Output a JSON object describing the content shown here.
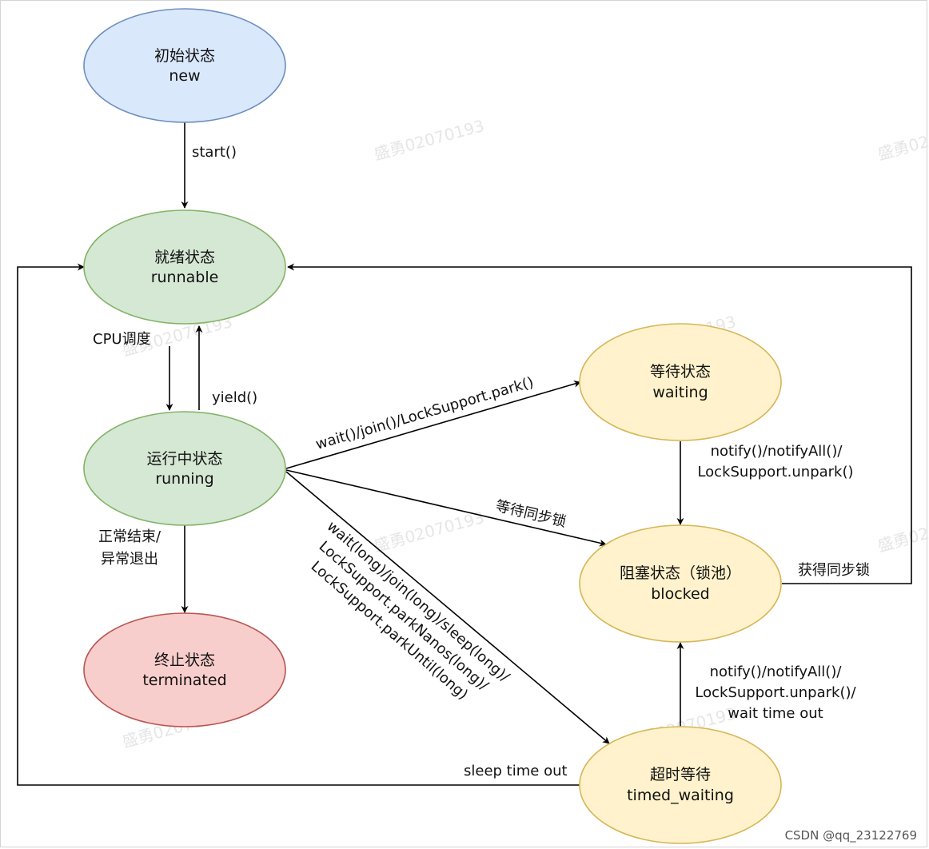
{
  "colors": {
    "new_fill": "#dae8fc",
    "new_stroke": "#6c8ebf",
    "green_fill": "#d5e8d4",
    "green_stroke": "#82b366",
    "yellow_fill": "#fff2cc",
    "yellow_stroke": "#d6b656",
    "red_fill": "#f8cecc",
    "red_stroke": "#b85450",
    "line": "#000000"
  },
  "nodes": {
    "new": {
      "zh": "初始状态",
      "en": "new"
    },
    "runnable": {
      "zh": "就绪状态",
      "en": "runnable"
    },
    "running": {
      "zh": "运行中状态",
      "en": "running"
    },
    "terminated": {
      "zh": "终止状态",
      "en": "terminated"
    },
    "waiting": {
      "zh": "等待状态",
      "en": "waiting"
    },
    "blocked": {
      "zh": "阻塞状态（锁池）",
      "en": "blocked"
    },
    "timed_waiting": {
      "zh": "超时等待",
      "en": "timed_waiting"
    }
  },
  "edges": {
    "start": "start()",
    "cpu": "CPU调度",
    "yield": "yield()",
    "end_1": "正常结束/",
    "end_2": "异常退出",
    "to_waiting": "wait()/join()/LockSupport.park()",
    "to_blocked": "等待同步锁",
    "timed_1": "wait(long)/join(long)/sleep(long)/",
    "timed_2": "LockSupport.parkNanos(long)/",
    "timed_3": "LockSupport.parkUntil(long)",
    "notify_1": "notify()/notifyAll()/",
    "notify_2": "LockSupport.unpark()",
    "acquire": "获得同步锁",
    "tnotify_1": "notify()/notifyAll()/",
    "tnotify_2": "LockSupport.unpark()/",
    "tnotify_3": "wait time out",
    "sleep_timeout": "sleep time out"
  },
  "watermark": "盛勇02070193",
  "credit": "CSDN @qq_23122769"
}
